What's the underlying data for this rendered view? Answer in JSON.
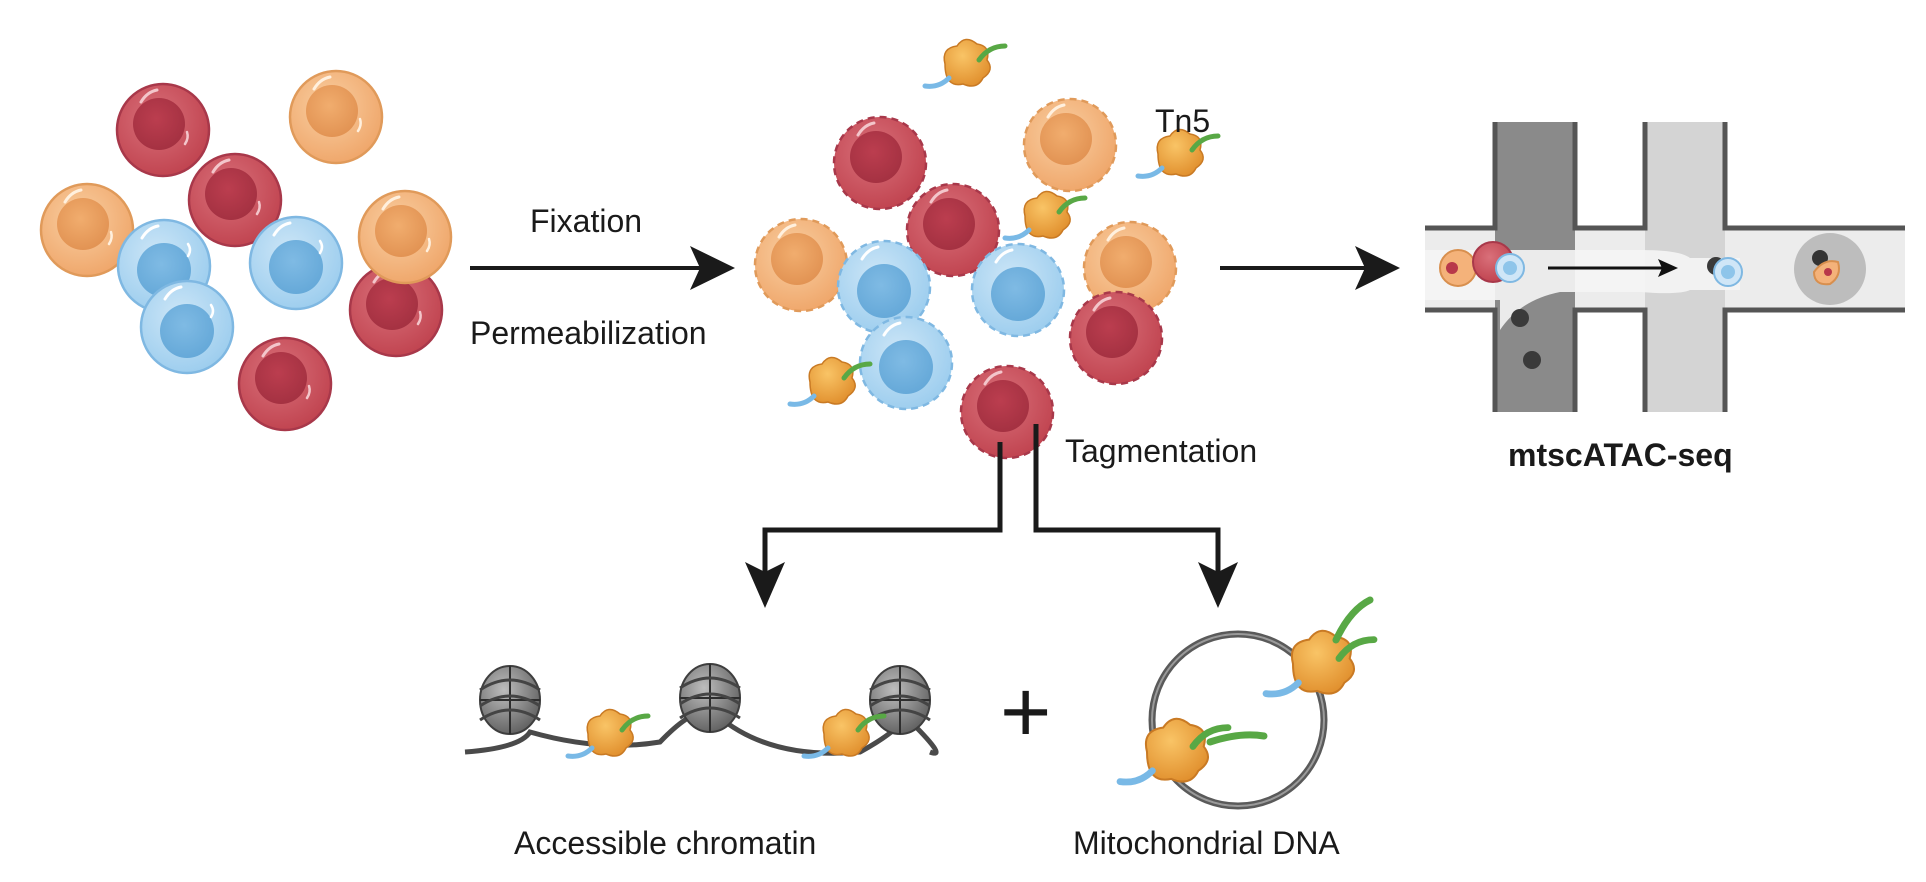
{
  "labels": {
    "fixation": "Fixation",
    "permeabilization": "Permeabilization",
    "tn5": "Tn5",
    "tagmentation": "Tagmentation",
    "method": "mtscATAC-seq",
    "accessible_chromatin": "Accessible chromatin",
    "mitochondrial_dna": "Mitochondrial DNA",
    "plus": "+"
  },
  "colors": {
    "red_cell": "#c84f5a",
    "orange_cell": "#f4b27a",
    "blue_cell": "#8ec5ea",
    "tn5_body": "#f0a53c",
    "dna_green": "#58a845",
    "dna_blue": "#79b9e6",
    "channel_dark": "#8a8a8a",
    "channel_light": "#d4d4d4",
    "arrow": "#1a1a1a"
  }
}
